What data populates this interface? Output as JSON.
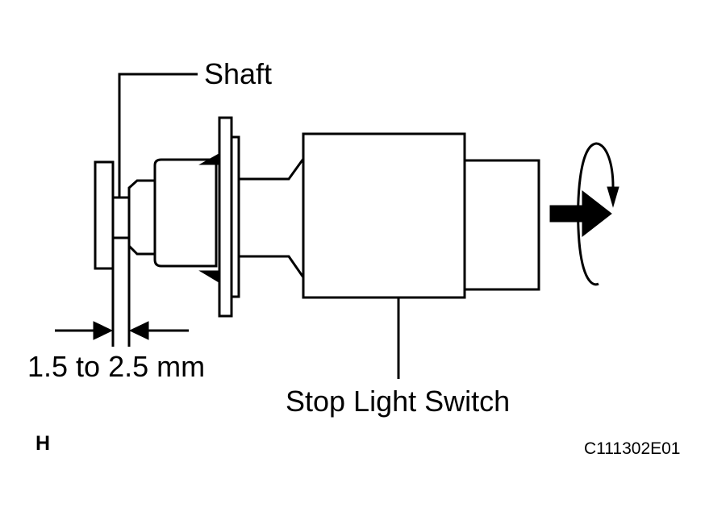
{
  "labels": {
    "shaft": "Shaft",
    "clearance": "1.5 to 2.5 mm",
    "switch_name": "Stop Light Switch",
    "view_letter": "H",
    "figure_code": "C111302E01"
  },
  "colors": {
    "line": "#000000",
    "background": "#ffffff"
  },
  "icons": {
    "push_arrow": "right-arrow-icon",
    "rotation": "rotate-arrow-icon"
  }
}
